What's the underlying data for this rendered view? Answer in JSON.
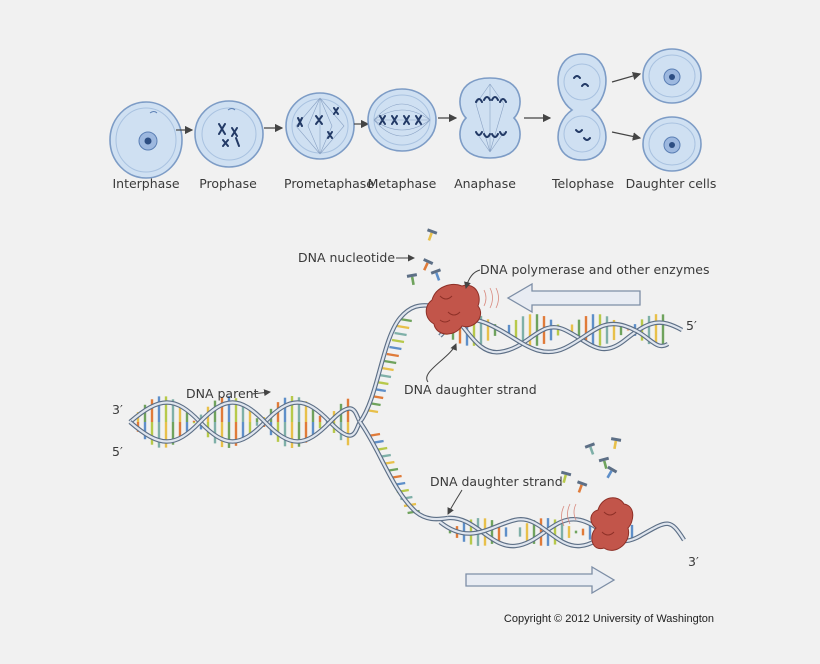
{
  "mitosis": {
    "stages": [
      {
        "label": "Interphase"
      },
      {
        "label": "Prophase"
      },
      {
        "label": "Prometaphase"
      },
      {
        "label": "Metaphase"
      },
      {
        "label": "Anaphase"
      },
      {
        "label": "Telophase"
      },
      {
        "label": "Daughter cells"
      }
    ]
  },
  "replication": {
    "labels": {
      "nucleotide": "DNA nucleotide",
      "polymerase": "DNA polymerase and other enzymes",
      "daughter_strand_top": "DNA daughter strand",
      "parent": "DNA parent",
      "daughter_strand_bottom": "DNA daughter strand",
      "three_prime_left": "3′",
      "five_prime_left": "5′",
      "five_prime_right": "5′",
      "three_prime_right": "3′"
    },
    "base_colors": [
      "#e8c04a",
      "#6fa35d",
      "#e07b39",
      "#5e8fc9",
      "#b7c94a",
      "#7fb0a8"
    ]
  },
  "copyright": "Copyright © 2012 University of Washington"
}
